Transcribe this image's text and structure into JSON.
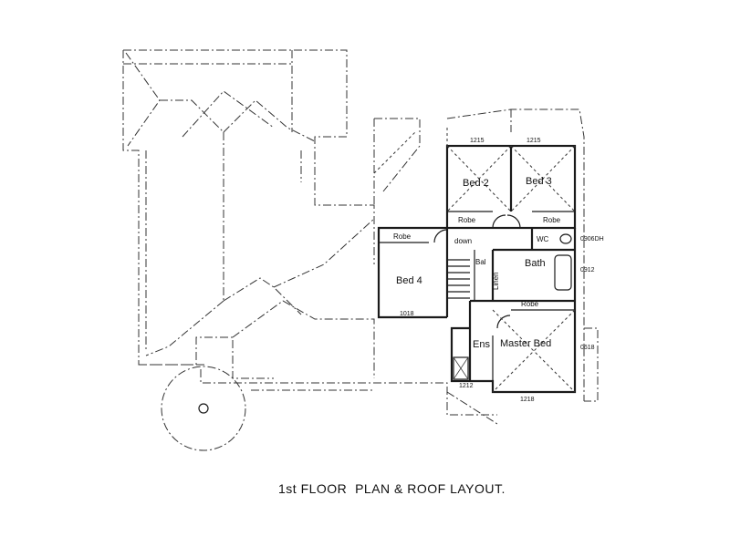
{
  "title": "1st FLOOR  PLAN & ROOF LAYOUT.",
  "rooms": {
    "bed2": "Bed 2",
    "bed3": "Bed 3",
    "bed4": "Bed 4",
    "bath": "Bath",
    "master_bed": "Master Bed",
    "ens": "Ens",
    "wc": "WC",
    "linen": "Linen",
    "bal": "Bal",
    "down": "down"
  },
  "robes": {
    "bed2": "Robe",
    "bed3": "Robe",
    "bed4": "Robe",
    "master": "Robe"
  },
  "dimensions": {
    "d1": "1215",
    "d2": "1215",
    "d3": "0906DH",
    "d4": "0912",
    "d5": "1018",
    "d6": "0618",
    "d7": "1212",
    "d8": "1218"
  }
}
